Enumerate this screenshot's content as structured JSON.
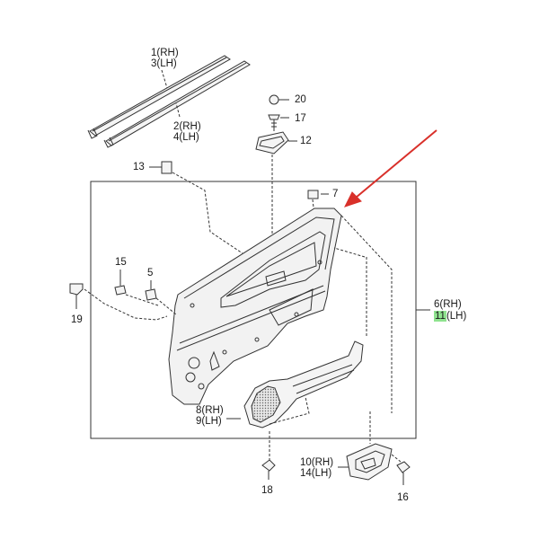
{
  "callouts": {
    "c1": "1(RH)",
    "c3": "3(LH)",
    "c2": "2(RH)",
    "c4": "4(LH)",
    "c20": "20",
    "c17": "17",
    "c12": "12",
    "c13": "13",
    "c7": "7",
    "c15": "15",
    "c5": "5",
    "c19": "19",
    "c6": "6(RH)",
    "c11": "11",
    "c11_suffix": "(LH)",
    "c8": "8(RH)",
    "c9": "9(LH)",
    "c10": "10(RH)",
    "c14": "14(LH)",
    "c18": "18",
    "c16": "16"
  },
  "colors": {
    "line": "#333333",
    "highlight": "#8fe38f",
    "arrow": "#d9302a",
    "panel_fill": "#f2f2f2"
  }
}
